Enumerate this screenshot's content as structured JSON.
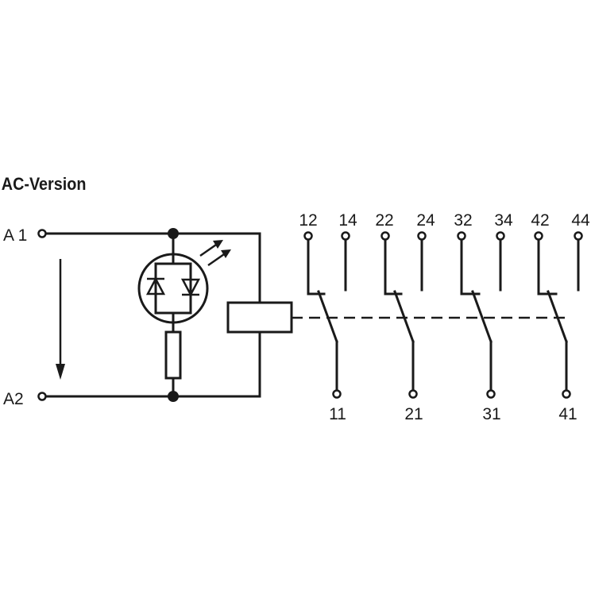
{
  "title": "AC-Version",
  "terminals": {
    "a1": "A 1",
    "a2": "A2"
  },
  "contacts": [
    {
      "nc": "12",
      "no": "14",
      "com": "11"
    },
    {
      "nc": "22",
      "no": "24",
      "com": "21"
    },
    {
      "nc": "32",
      "no": "34",
      "com": "31"
    },
    {
      "nc": "42",
      "no": "44",
      "com": "41"
    }
  ],
  "colors": {
    "ink": "#1a1a1a",
    "background": "#ffffff"
  }
}
